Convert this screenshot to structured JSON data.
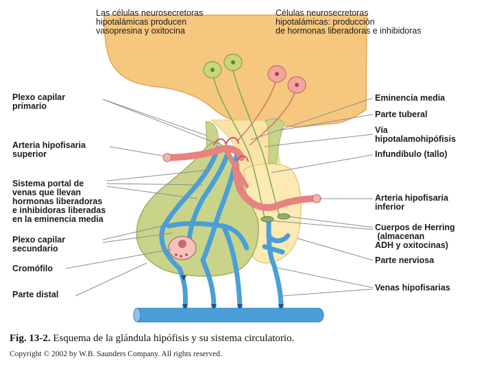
{
  "header": {
    "left": "Las células neurosecretoras\nhipotalámicas producen\nvasopresina y oxitocina",
    "right": "Células neurosecretoras\nhipotalámicas: producción\nde hormonas liberadoras e inhibidoras"
  },
  "labels_left": {
    "plexo_primario": "Plexo capilar\nprimario",
    "arteria_superior": "Arteria hipofisaria\nsuperior",
    "sistema_portal": "Sistema portal de\nvenas que llevan\nhormonas liberadoras\ne inhibidoras liberadas\nen la eminencia media",
    "plexo_secundario": "Plexo capilar\nsecundario",
    "cromofilo": "Cromófilo",
    "parte_distal": "Parte distal"
  },
  "labels_right": {
    "eminencia_media": "Eminencia media",
    "parte_tuberal": "Parte tuberal",
    "via": "Vía\nhipotalamohipófisis",
    "infundibulo": "Infundíbulo (tallo)",
    "arteria_inferior": "Arteria hipofisaria\ninferior",
    "cuerpos_herring": "Cuerpos de Herring\n (almacenan\nADH y oxitocinas)",
    "parte_nerviosa": "Parte nerviosa",
    "venas": "Venas hipofisarias"
  },
  "caption": {
    "fig": "Fig. 13-2.",
    "text": " Esquema de la glándula hipófisis y su sistema circulatorio."
  },
  "copyright": "Copyright © 2002 by W.B. Saunders Company. All rights reserved.",
  "colors": {
    "hypothalamus": "#f6c77e",
    "stalk": "#fbe3a6",
    "anterior_lobe": "#c9d48a",
    "posterior_lobe": "#fce9b3",
    "artery": "#e8827f",
    "vein": "#4a9fd8",
    "green_neuron": "#c8d67a",
    "pink_neuron": "#f4a5a0",
    "leader": "#8a8a9a"
  }
}
